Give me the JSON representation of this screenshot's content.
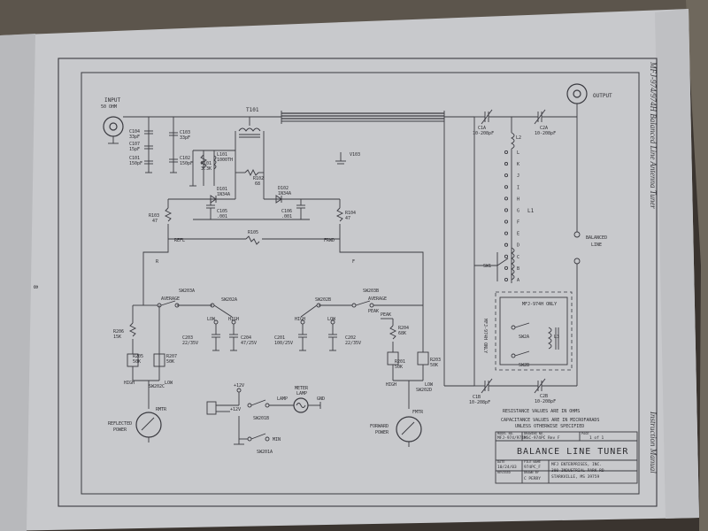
{
  "page": {
    "page_number": "8",
    "side_title": "MFJ-974/974H Balanced Line Antenna Tuner",
    "side_manual": "Instruction Manual"
  },
  "ports": {
    "input_label": "INPUT",
    "input_impedance": "50 OHM",
    "output_label": "OUTPUT",
    "balanced_line_label": "BALANCED",
    "balanced_line_label2": "LINE"
  },
  "components": {
    "T101": "T101",
    "C104": "C104",
    "C104_val": "33pF",
    "C107": "C107",
    "C107_val": "15pF",
    "C101": "C101",
    "C101_val": "150pF",
    "C103": "C103",
    "C103_val": "33pF",
    "C102": "C102",
    "C102_val": "150pF",
    "R101": "R101",
    "R101_val": "3.3K",
    "L101": "L101",
    "L101_val": "1000TH",
    "R102": "R102",
    "R102_val": "68",
    "D101": "D101",
    "D101_val": "1N34A",
    "D102": "D102",
    "D102_val": "1N34A",
    "C105": "C105",
    "C105_val": ".001",
    "C106": "C106",
    "C106_val": ".001",
    "R103": "R103",
    "R103_val": "47",
    "R104": "R104",
    "R104_val": "47",
    "R105": "R105",
    "V103": "V103",
    "REFL": "REFL",
    "FRWD": "FRWD",
    "R": "R",
    "F": "F",
    "SW203A": "SW203A",
    "SW202A": "SW202A",
    "SW202B": "SW202B",
    "SW203B": "SW203B",
    "AVERAGE": "AVERAGE",
    "PEAK": "PEAK",
    "LOW": "LOW",
    "HIGH": "HIGH",
    "C203": "C203",
    "C203_val": "22/35V",
    "C204": "C204",
    "C204_val": "47/25V",
    "C201": "C201",
    "C201_val": "100/25V",
    "C202": "C202",
    "C202_val": "22/35V",
    "R206": "R206",
    "R206_val": "15K",
    "R205": "R205",
    "R205_val": "50K",
    "R207": "R207",
    "R207_val": "50K",
    "R204": "R204",
    "R204_val": "68K",
    "R201": "R201",
    "R201_val": "50K",
    "R203": "R203",
    "R203_val": "50K",
    "SW202C": "SW202C",
    "SW202D": "SW202D",
    "RMTR": "RMTR",
    "FMTR": "FMTR",
    "reflected_power": "REFLECTED",
    "reflected_power2": "POWER",
    "forward_power": "FORWARD",
    "forward_power2": "POWER",
    "plus12v_a": "+12V",
    "plus12v_b": "+12V",
    "meter_lamp": "METER",
    "meter_lamp2": "LAMP",
    "LAMP": "LAMP",
    "GND": "GND",
    "SW201B": "SW201B",
    "SW201A": "SW201A",
    "MIN": "MIN",
    "C1A": "C1A",
    "C1A_val": "10-208pF",
    "C2A": "C2A",
    "C2A_val": "10-208pF",
    "C1B": "C1B",
    "C1B_val": "10-208pF",
    "C2B": "C2B",
    "C2B_val": "10-208pF",
    "L2": "L2",
    "L1": "L1",
    "SW1": "SW1",
    "SW2A": "SW2A",
    "SW2B": "SW2B",
    "L3": "L3",
    "mfj974h_only": "MFJ-974H ONLY",
    "mfj974h_only_side": "MFJ-974H ONLY",
    "L1_taps": [
      "L",
      "K",
      "J",
      "I",
      "H",
      "G",
      "F",
      "E",
      "D",
      "C",
      "B",
      "A"
    ]
  },
  "notes": {
    "resistance": "RESISTANCE VALUES ARE IN OHMS",
    "capacitance": "CAPACITANCE VALUES ARE IN MICROFARADS",
    "unless": "UNLESS OTHERWISE SPECIFIED"
  },
  "title_block": {
    "model_label": "MODEL NO.",
    "model": "MFJ-974/974H",
    "drawing_label": "DRAWING NO.",
    "drawing": "MSC-974PC Rev F",
    "page_label": "PAGE",
    "page": "1 of 1",
    "title": "BALANCE LINE TUNER",
    "date_label": "DATE",
    "date": "10/24/03",
    "file_label": "FILE NAME",
    "file": "974PC_F",
    "drawn_label": "DRAWN BY",
    "drawn": "C PERRY",
    "revised_label": "REVISED",
    "company": "MFJ ENTERPRISES, INC.",
    "address": "300 INDUSTRIAL PARK RD",
    "city": "STARKVILLE, MS 39759"
  }
}
